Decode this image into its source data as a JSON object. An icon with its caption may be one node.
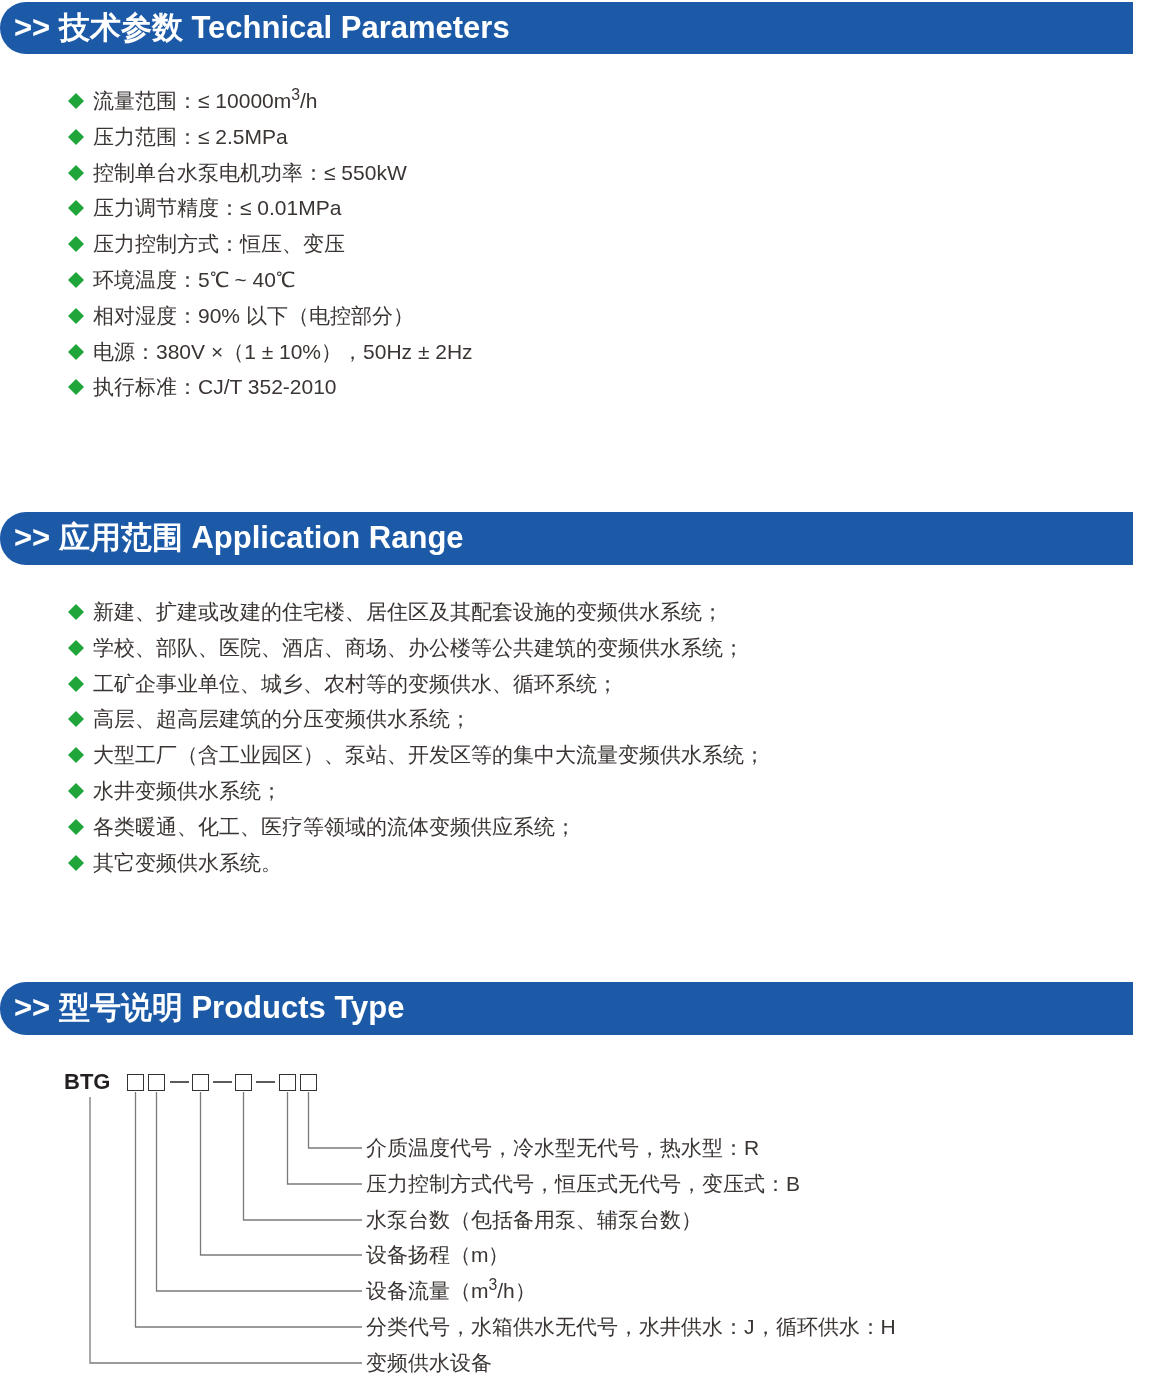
{
  "diagram": {
    "nodes": [
      {
        "text": [
          ">> 技术参数 Technical Parameters"
        ]
      },
      {
        "text": [
          ">> 应用范围 Application Range"
        ]
      },
      {
        "text": [
          ">> 型号说明 Products Type"
        ]
      },
      {
        "text": [
          "BTG"
        ]
      },
      {
        "text": [],
        "shape": "box"
      },
      {
        "text": [],
        "shape": "box"
      },
      {
        "text": [],
        "shape": "box"
      },
      {
        "text": [],
        "shape": "box"
      },
      {
        "text": [],
        "shape": "box"
      },
      {
        "text": [],
        "shape": "box"
      },
      {
        "text": [
          "介质温度代号，冷水型无代号，热水型：R"
        ]
      },
      {
        "text": [
          "压力控制方式代号，恒压式无代号，变压式：B"
        ]
      },
      {
        "text": [
          "水泵台数（包括备用泵、辅泵台数）"
        ]
      },
      {
        "text": [
          "设备扬程（m）"
        ]
      },
      {
        "text": [
          "设备流量（m$^{3}$/h）"
        ]
      },
      {
        "text": [
          "分类代号，水箱供水无代号，水井供水：J，循环供水：H"
        ]
      },
      {
        "text": [
          "变频供水设备"
        ]
      }
    ],
    "edges": [
      {
        "from": 10,
        "to": 9,
        "arrow": "none"
      },
      {
        "from": 11,
        "to": 8,
        "arrow": "none"
      },
      {
        "from": 12,
        "to": 7,
        "arrow": "none"
      },
      {
        "from": 13,
        "to": 6,
        "arrow": "none"
      },
      {
        "from": 14,
        "to": 5,
        "arrow": "none"
      },
      {
        "from": 15,
        "to": 4,
        "arrow": "none"
      },
      {
        "from": 16,
        "to": 3,
        "arrow": "none"
      }
    ],
    "labels": [
      "流量范围：≤ 10000m$^{3}$/h",
      "压力范围：≤ 2.5MPa",
      "控制单台水泵电机功率：≤ 550kW",
      "压力调节精度：≤ 0.01MPa",
      "压力控制方式：恒压、变压",
      "环境温度：5℃ ~ 40℃",
      "相对湿度：90% 以下（电控部分）",
      "电源：380V ×（1 ± 10%），50Hz ± 2Hz",
      "执行标准：CJ/T 352-2010",
      "新建、扩建或改建的住宅楼、居住区及其配套设施的变频供水系统；",
      "学校、部队、医院、酒店、商场、办公楼等公共建筑的变频供水系统；",
      "工矿企事业单位、城乡、农村等的变频供水、循环系统；",
      "高层、超高层建筑的分压变频供水系统；",
      "大型工厂（含工业园区）、泵站、开发区等的集中大流量变频供水系统；",
      "水井变频供水系统；",
      "各类暖通、化工、医疗等领域的流体变频供应系统；",
      "其它变频供水系统。"
    ]
  }
}
